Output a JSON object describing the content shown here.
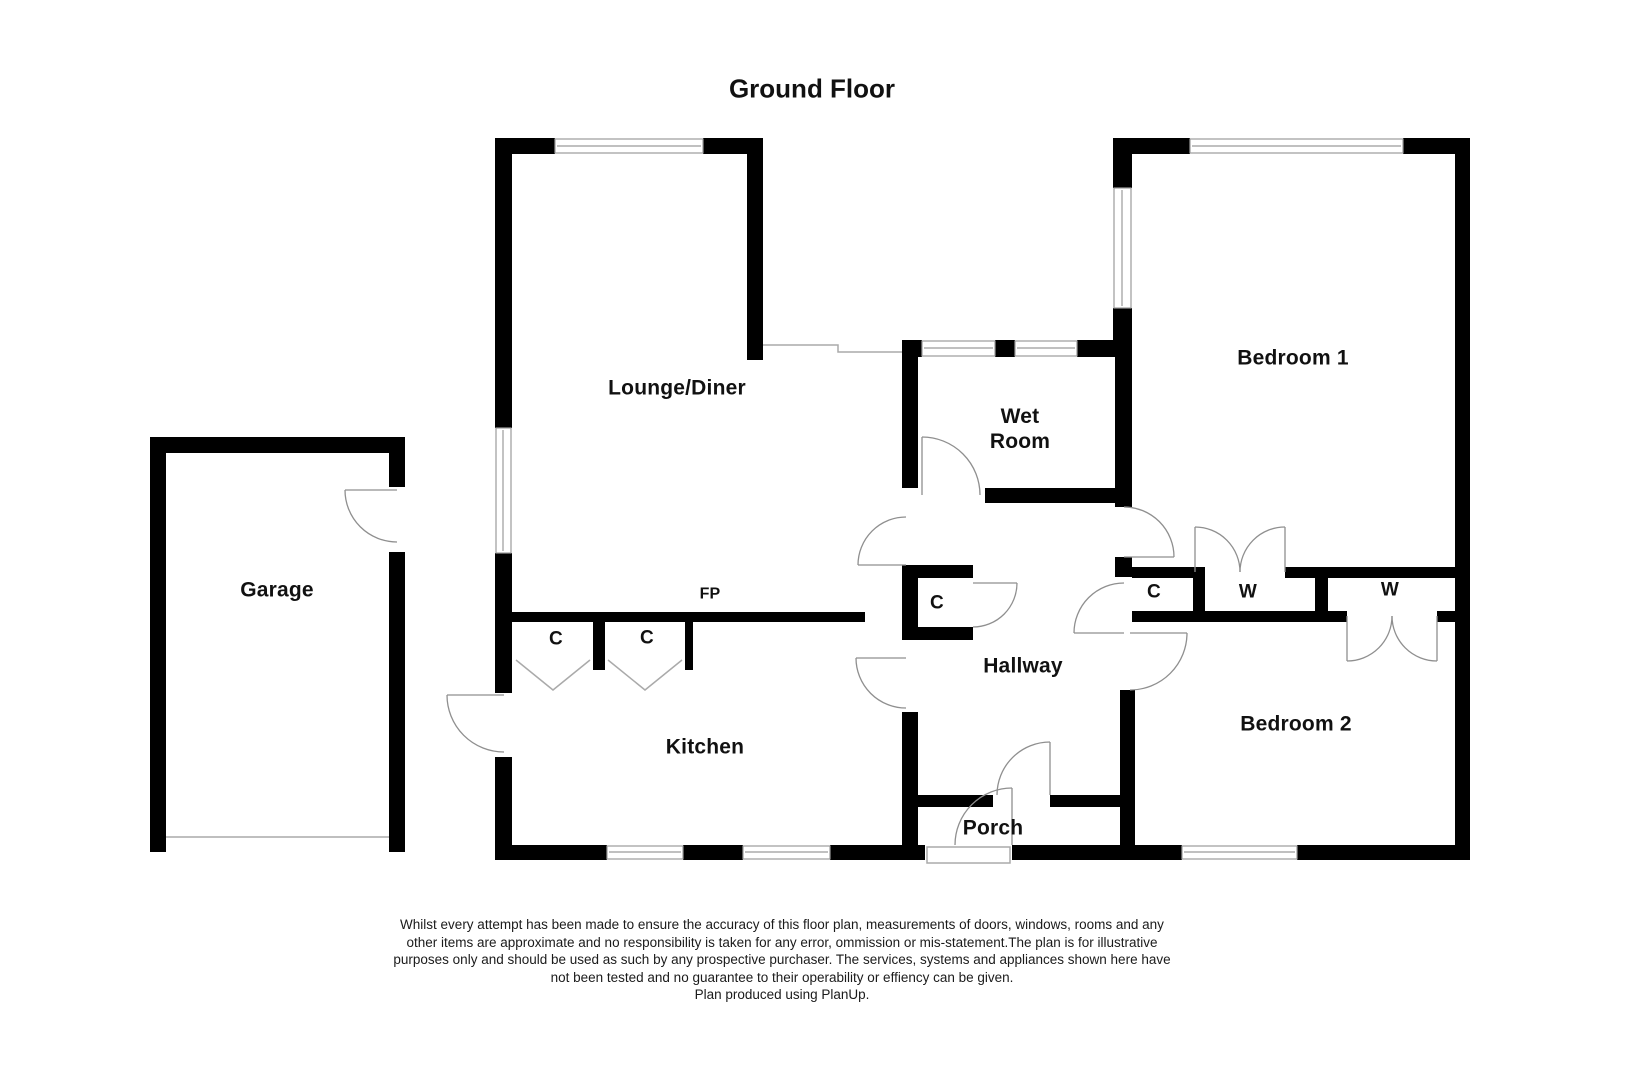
{
  "title": "Ground Floor",
  "plan": {
    "labels": [
      {
        "id": "lounge-diner",
        "text": "Lounge/Diner"
      },
      {
        "id": "wet-room",
        "text": "Wet\nRoom"
      },
      {
        "id": "bedroom-1",
        "text": "Bedroom 1"
      },
      {
        "id": "garage",
        "text": "Garage"
      },
      {
        "id": "kitchen",
        "text": "Kitchen"
      },
      {
        "id": "hallway",
        "text": "Hallway"
      },
      {
        "id": "bedroom-2",
        "text": "Bedroom 2"
      },
      {
        "id": "porch",
        "text": "Porch"
      },
      {
        "id": "fireplace",
        "text": "FP"
      },
      {
        "id": "cupboard-kitchen-left",
        "text": "C"
      },
      {
        "id": "cupboard-kitchen-right",
        "text": "C"
      },
      {
        "id": "cupboard-hallway",
        "text": "C"
      },
      {
        "id": "cupboard-bedroom",
        "text": "C"
      },
      {
        "id": "wardrobe-bedroom-1",
        "text": "W"
      },
      {
        "id": "wardrobe-bedroom-2",
        "text": "W"
      }
    ]
  },
  "disclaimer": {
    "lines": [
      "Whilst every attempt has been made to ensure the accuracy of this floor plan, measurements of doors, windows, rooms and any",
      "other items are approximate and no responsibility is taken for any error, ommission or mis-statement.The plan is for illustrative",
      "purposes only and should be used as such by any prospective purchaser. The services, systems and appliances shown here have",
      "not been tested and no guarantee to their operability or effiency can be given."
    ],
    "credit": "Plan produced using PlanUp."
  },
  "colors": {
    "wall": "#000000",
    "door_line": "#8f8f8f",
    "window_line": "#9b9b9b",
    "thin_line": "#aaaaaa",
    "text": "#111111",
    "background": "#ffffff"
  }
}
